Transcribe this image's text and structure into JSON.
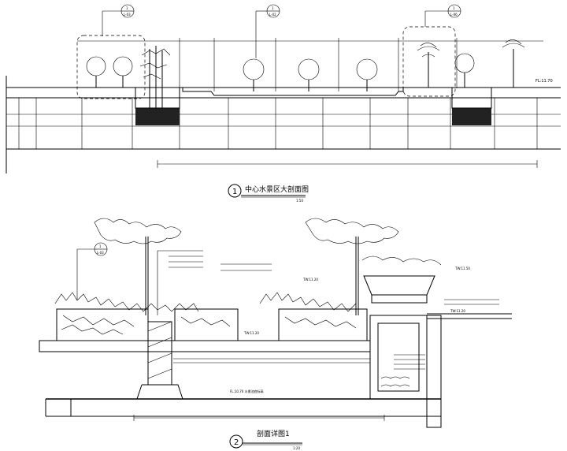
{
  "section1": {
    "number": "1",
    "title": "中心水景区大剖面图",
    "scale": "1:50",
    "callouts": [
      {
        "top": "1",
        "bottom": "L-03"
      },
      {
        "top": "1",
        "bottom": "L-02"
      },
      {
        "top": "1",
        "bottom": "L-06"
      }
    ],
    "elevation_label": "FL:11.70"
  },
  "section2": {
    "number": "2",
    "title": "剖面详图1",
    "scale": "1:20",
    "callout": {
      "top": "1",
      "bottom": "L-03"
    },
    "elevation_labels": [
      "TW:11.20",
      "TW:11.20",
      "TW:11.50",
      "TW:11.20"
    ],
    "bottom_label": "FL:10.70 水景池底标高"
  }
}
